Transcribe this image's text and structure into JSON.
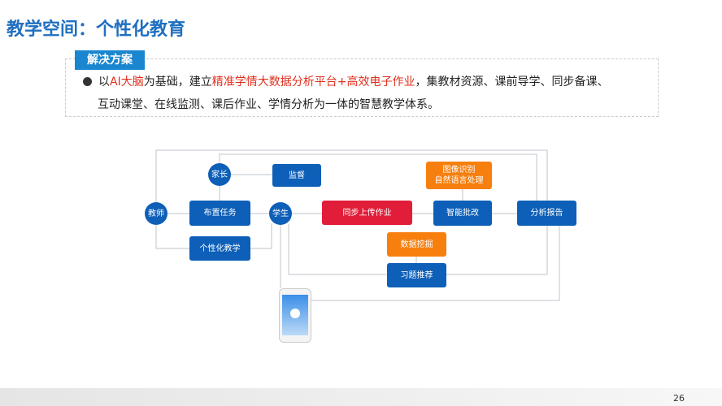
{
  "title": "教学空间：个性化教育",
  "section_tag": "解决方案",
  "desc": {
    "p1": "以",
    "h1": "AI大脑",
    "p2": "为基础，建立",
    "h2": "精准学情大数据分析平台+高效电子作业",
    "p3": "，集教材资源、课前导学、同步备课、",
    "line2": "互动课堂、在线监测、课后作业、学情分析为一体的智慧教学体系。"
  },
  "nodes": {
    "teacher": "教师",
    "parent": "家长",
    "student": "学生",
    "assign": "布置任务",
    "personal": "个性化教学",
    "supervise": "监督",
    "upload": "同步上传作业",
    "recog1": "图像识别",
    "recog2": "自然语言处理",
    "grading": "智能批改",
    "report": "分析报告",
    "mining": "数据挖掘",
    "recommend": "习题推荐"
  },
  "page_number": "26"
}
